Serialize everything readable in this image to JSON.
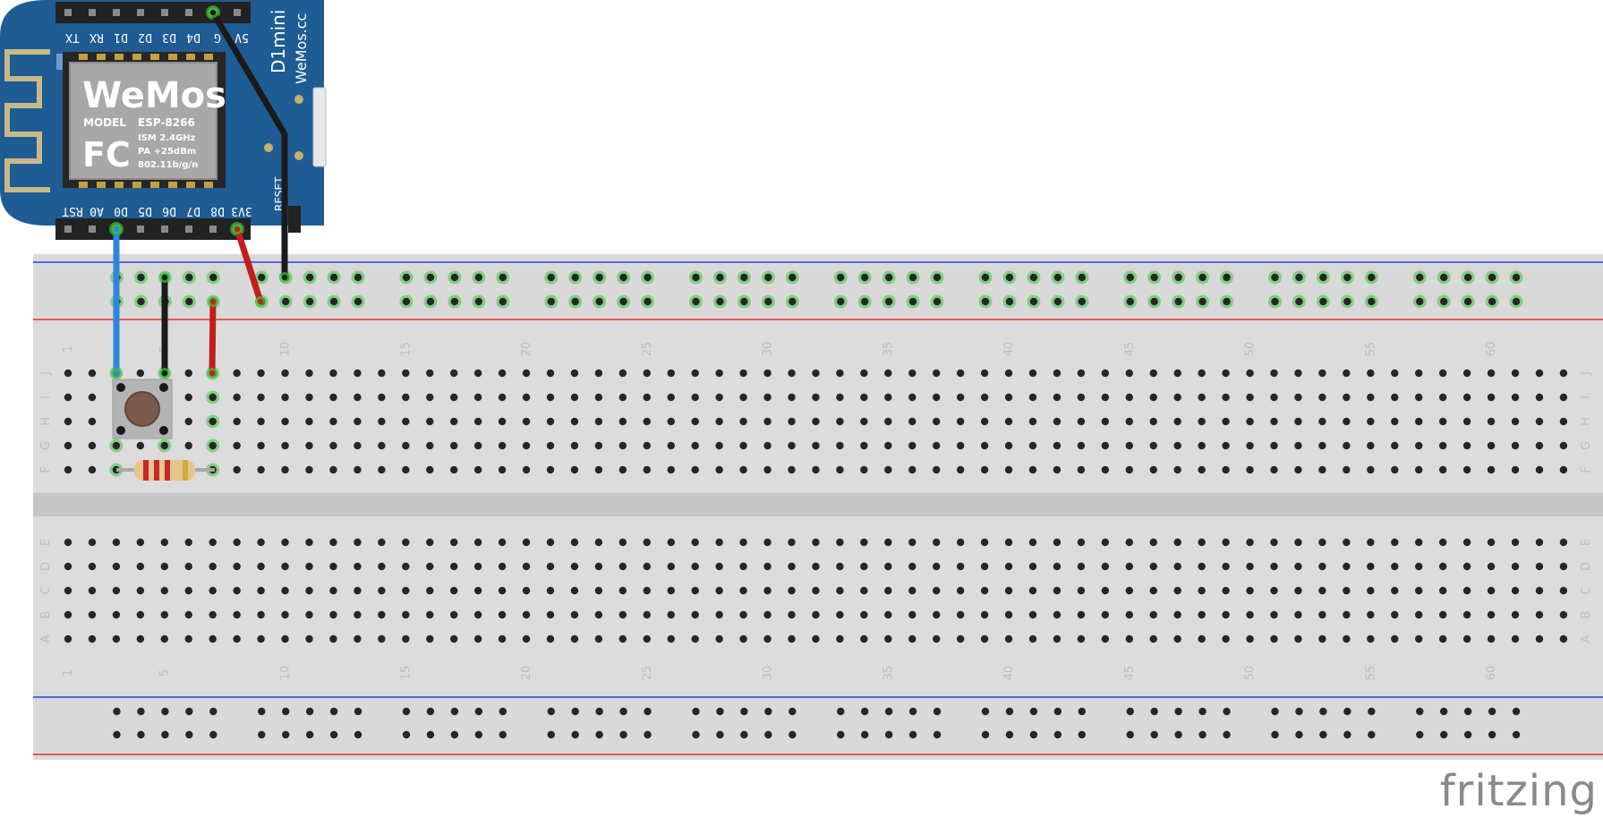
{
  "board": {
    "title": "D1mini",
    "site": "WeMos.cc",
    "logo": "WeMos",
    "model_label": "MODEL",
    "model_value": "ESP-8266",
    "cert_mark": "FC",
    "spec_lines": [
      "ISM 2.4GHz",
      "PA +25dBm",
      "802.11b/g/n"
    ],
    "reset_label": "RESET",
    "top_pins": [
      "TX",
      "RX",
      "D1",
      "D2",
      "D3",
      "D4",
      "G",
      "5V"
    ],
    "bottom_pins": [
      "RST",
      "A0",
      "D0",
      "D5",
      "D6",
      "D7",
      "D8",
      "3V3"
    ],
    "colors": {
      "pcb": "#1f5c94",
      "shield": "#a8a8a8",
      "header": "#222222",
      "antenna": "#c9b98a"
    }
  },
  "breadboard": {
    "columns": 63,
    "top_rows": [
      "J",
      "I",
      "H",
      "G",
      "F"
    ],
    "bottom_rows": [
      "E",
      "D",
      "C",
      "B",
      "A"
    ],
    "column_labels": [
      "1",
      "5",
      "10",
      "15",
      "20",
      "25",
      "30",
      "35",
      "40",
      "45",
      "50",
      "55",
      "60"
    ],
    "colors": {
      "body": "#dcdcdc",
      "channel": "#c6c6c6",
      "hole": "#262626",
      "connected": "#3dc43d",
      "rail_blue": "#2e3ee0",
      "rail_red": "#e03030"
    }
  },
  "components": [
    {
      "type": "pushbutton",
      "icon": "pushbutton-icon"
    },
    {
      "type": "resistor",
      "icon": "resistor-icon",
      "bands": [
        "#c8262b",
        "#c8262b",
        "#c8262b",
        "#d4aa3c"
      ]
    }
  ],
  "wires": [
    {
      "name": "wire-blue-d0",
      "color": "#2f86d8",
      "from": "D0",
      "to": "J3"
    },
    {
      "name": "wire-black-row",
      "color": "#1a1a1a",
      "from": "J5",
      "to": "top-rail"
    },
    {
      "name": "wire-red-row",
      "color": "#c41d1d",
      "from": "J7",
      "to": "top-rail"
    },
    {
      "name": "wire-red-3v3",
      "color": "#c41d1d",
      "from": "3V3",
      "to": "top-rail"
    },
    {
      "name": "wire-black-gnd",
      "color": "#1a1a1a",
      "from": "G",
      "to": "top-rail"
    }
  ],
  "brand": "fritzing"
}
